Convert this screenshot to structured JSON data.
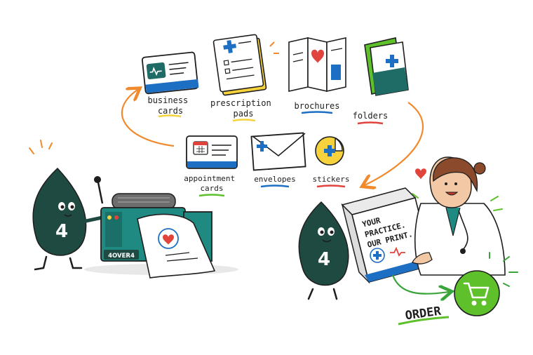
{
  "products": {
    "business_cards": [
      "business",
      "cards"
    ],
    "prescription_pads": [
      "prescription",
      "pads"
    ],
    "brochures": "brochures",
    "folders": "folders",
    "appointment_cards": [
      "appointment",
      "cards"
    ],
    "envelopes": "envelopes",
    "stickers": "stickers"
  },
  "mascot": {
    "number": "4"
  },
  "printer": {
    "brand": "4OVER4"
  },
  "box": {
    "line1": "YOUR",
    "line2": "PRACTICE.",
    "line3": "OUR PRINT."
  },
  "order": {
    "label": "ORDER",
    "cart_icon": "shopping-cart-icon"
  },
  "colors": {
    "teal": "#1f6b66",
    "mascot": "#1e4a42",
    "blue": "#1d6fc4",
    "red": "#e0443c",
    "green": "#5ec02a",
    "orange": "#f08a2c",
    "yellow": "#f6d23c"
  }
}
